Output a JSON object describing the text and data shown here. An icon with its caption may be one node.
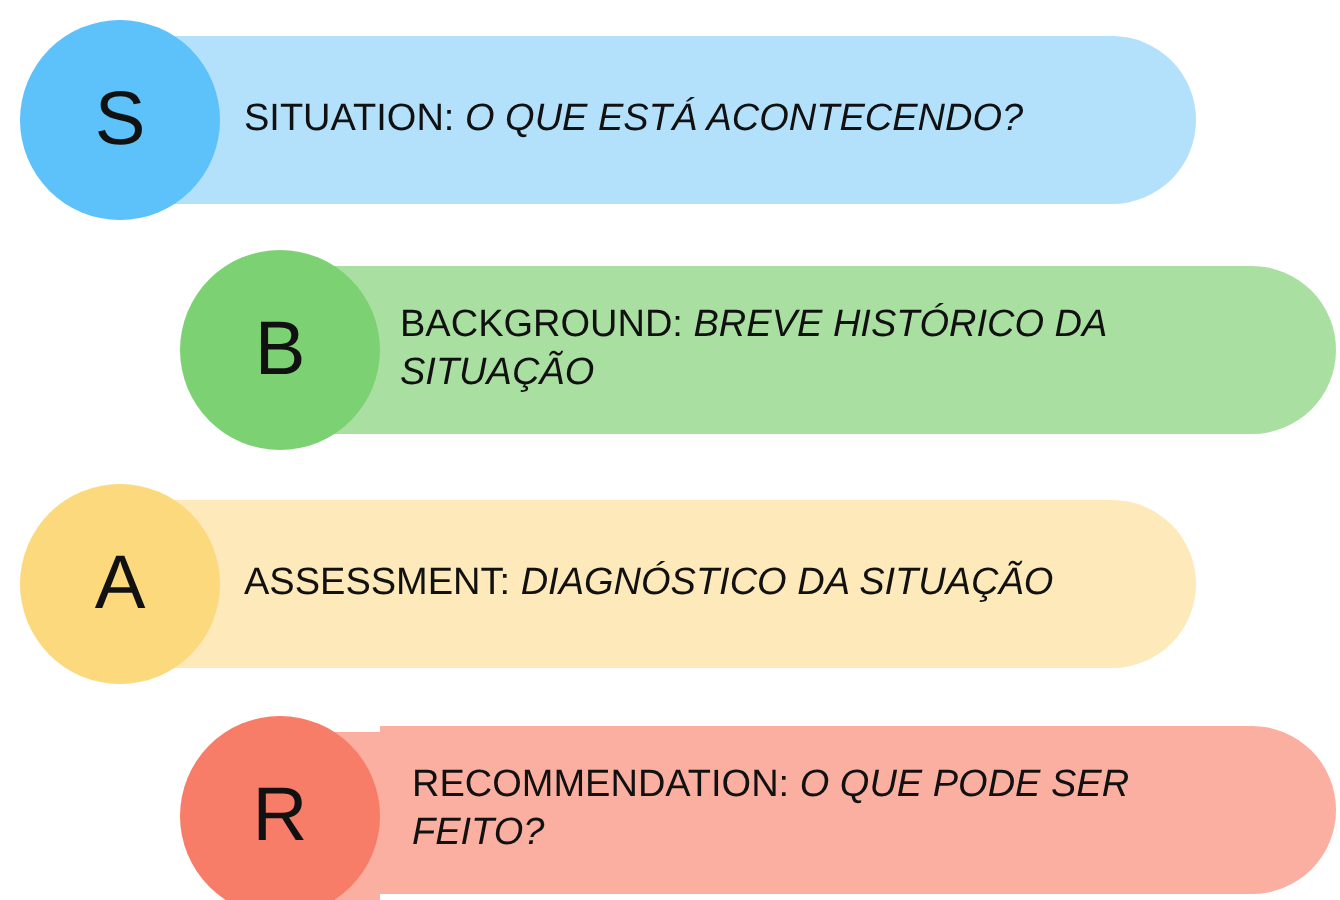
{
  "diagram": {
    "nodes": [
      {
        "text": [
          "S"
        ]
      },
      {
        "text": [
          "SITUATION: *O QUE ESTÁ ACONTECENDO?*"
        ]
      },
      {
        "text": [
          "B"
        ]
      },
      {
        "text": [
          "BACKGROUND: *BREVE HISTÓRICO DA SITUAÇÃO*"
        ]
      },
      {
        "text": [
          "A"
        ]
      },
      {
        "text": [
          "ASSESSMENT: *DIAGNÓSTICO DA SITUAÇÃO*"
        ]
      },
      {
        "text": [
          "R"
        ]
      },
      {
        "text": [
          "RECOMMENDATION: *O QUE PODE SER FEITO?*"
        ]
      }
    ]
  }
}
